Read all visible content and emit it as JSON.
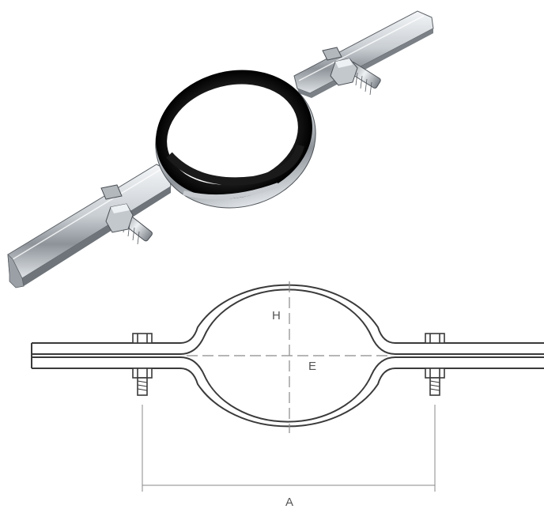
{
  "diagram": {
    "labels": {
      "height": "H",
      "diameter": "E",
      "span": "A"
    }
  },
  "colors": {
    "steel_light": "#e9ecef",
    "steel_mid": "#b9bec4",
    "steel_dark": "#6f757b",
    "rubber": "#111111",
    "outline": "#3a3a3a",
    "dimension": "#8a8a8a"
  }
}
